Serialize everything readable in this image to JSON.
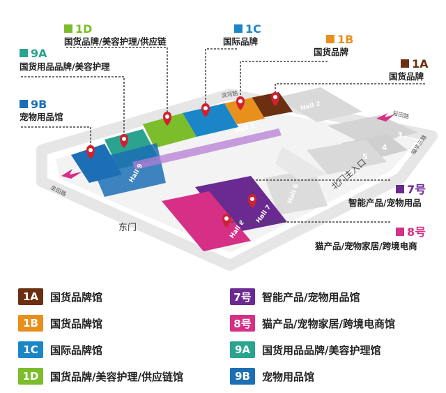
{
  "map": {
    "zones": [
      {
        "code": "1A",
        "desc": "国货品牌",
        "color": "#6b2f12"
      },
      {
        "code": "1B",
        "desc": "国货品牌",
        "color": "#e8901c"
      },
      {
        "code": "1C",
        "desc": "国际品牌",
        "color": "#1a86c8"
      },
      {
        "code": "1D",
        "desc": "国货品牌/美容护理/供应链",
        "color": "#7bbd2a"
      },
      {
        "code": "9A",
        "desc": "国货用品品牌/美容护理",
        "color": "#2aa38f"
      },
      {
        "code": "9B",
        "desc": "宠物用品馆",
        "color": "#1c6fb5"
      },
      {
        "code": "7号",
        "desc": "智能产品/宠物用品",
        "color": "#6a2a92"
      },
      {
        "code": "8号",
        "desc": "猫产品/宠物家居/跨境电商",
        "color": "#d62f86"
      }
    ],
    "halls": {
      "hall1": "Hall 1",
      "hall2": "Hall 2",
      "hall3": "3",
      "hall4": "4",
      "hall5": "5",
      "hall6": "Hall 6",
      "hall7": "Hall 7",
      "hall8": "Hall 8",
      "hall9": "Hall 9"
    },
    "roads": {
      "north": "滨河路",
      "east_top": "益田路",
      "east": "福华三路",
      "west": "金田路"
    },
    "gates": {
      "east_gate": "东门",
      "north_entrance": "北门主入口"
    }
  },
  "legend": [
    {
      "code": "1A",
      "text": "国货品牌馆",
      "color": "#6b2f12"
    },
    {
      "code": "1B",
      "text": "国货品牌馆",
      "color": "#e8901c"
    },
    {
      "code": "1C",
      "text": "国际品牌馆",
      "color": "#1a86c8"
    },
    {
      "code": "1D",
      "text": "国货品牌/美容护理/供应链馆",
      "color": "#7bbd2a"
    },
    {
      "code": "7号",
      "text": "智能产品/宠物用品馆",
      "color": "#6a2a92"
    },
    {
      "code": "8号",
      "text": "猫产品/宠物家居/跨境电商馆",
      "color": "#d62f86"
    },
    {
      "code": "9A",
      "text": "国货用品品牌/美容护理馆",
      "color": "#2aa38f"
    },
    {
      "code": "9B",
      "text": "宠物用品馆",
      "color": "#1c6fb5"
    }
  ]
}
